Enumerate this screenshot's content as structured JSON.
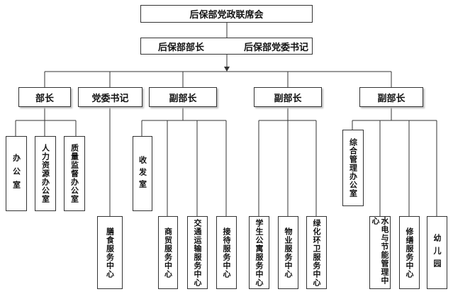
{
  "org_chart": {
    "top": "后保部党政联席会",
    "second": {
      "left": "后保部部长",
      "right": "后保部党委书记"
    },
    "level3": [
      "部长",
      "党委书记",
      "副部长",
      "副部长",
      "副部长"
    ],
    "units": {
      "office": "办公室",
      "hr_office": "人力资源办公室",
      "qa_office": "质量监督办公室",
      "canteen": "膳食服务中心",
      "receiving": "收发室",
      "commerce": "商贸服务中心",
      "transport": "交通运输服务中心",
      "reception": "接待服务中心",
      "apartment": "学生公寓服务中心",
      "property": "物业服务中心",
      "greening": "绿化环卫服务中心",
      "general_admin": "综合管理办公室",
      "utilities": "水电与节能管理中心",
      "repair": "修缮服务中心",
      "kindergarten": "幼儿园"
    }
  }
}
